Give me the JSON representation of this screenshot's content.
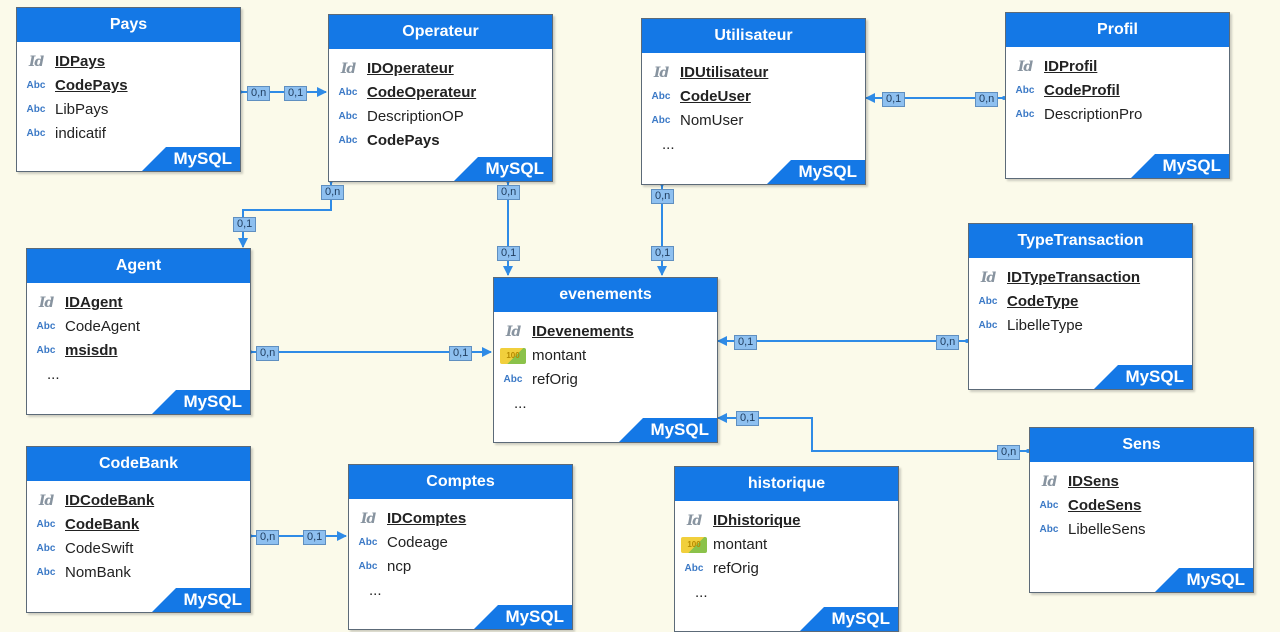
{
  "brand_color": "#1478e6",
  "badge_label": "MySQL",
  "entities": {
    "pays": {
      "title": "Pays",
      "fields": [
        {
          "icon": "id-icon",
          "name": "IDPays",
          "style": "key"
        },
        {
          "icon": "abc-icon",
          "name": "CodePays",
          "style": "key"
        },
        {
          "icon": "abc-icon",
          "name": "LibPays",
          "style": ""
        },
        {
          "icon": "abc-icon",
          "name": "indicatif",
          "style": ""
        }
      ],
      "more": ""
    },
    "operateur": {
      "title": "Operateur",
      "fields": [
        {
          "icon": "id-icon",
          "name": "IDOperateur",
          "style": "key"
        },
        {
          "icon": "abc-icon",
          "name": "CodeOperateur",
          "style": "key"
        },
        {
          "icon": "abc-icon",
          "name": "DescriptionOP",
          "style": ""
        },
        {
          "icon": "abc-icon",
          "name": "CodePays",
          "style": "bold"
        }
      ],
      "more": ""
    },
    "utilisateur": {
      "title": "Utilisateur",
      "fields": [
        {
          "icon": "id-icon",
          "name": "IDUtilisateur",
          "style": "key"
        },
        {
          "icon": "abc-icon",
          "name": "CodeUser",
          "style": "key"
        },
        {
          "icon": "abc-icon",
          "name": "NomUser",
          "style": ""
        }
      ],
      "more": "..."
    },
    "profil": {
      "title": "Profil",
      "fields": [
        {
          "icon": "id-icon",
          "name": "IDProfil",
          "style": "key"
        },
        {
          "icon": "abc-icon",
          "name": "CodeProfil",
          "style": "key"
        },
        {
          "icon": "abc-icon",
          "name": "DescriptionPro",
          "style": ""
        }
      ],
      "more": ""
    },
    "agent": {
      "title": "Agent",
      "fields": [
        {
          "icon": "id-icon",
          "name": "IDAgent",
          "style": "key"
        },
        {
          "icon": "abc-icon",
          "name": "CodeAgent",
          "style": ""
        },
        {
          "icon": "abc-icon",
          "name": "msisdn",
          "style": "key"
        }
      ],
      "more": "..."
    },
    "evenements": {
      "title": "evenements",
      "fields": [
        {
          "icon": "id-icon",
          "name": "IDevenements",
          "style": "key"
        },
        {
          "icon": "number-icon",
          "name": "montant",
          "style": ""
        },
        {
          "icon": "abc-icon",
          "name": "refOrig",
          "style": ""
        }
      ],
      "more": "..."
    },
    "typetransaction": {
      "title": "TypeTransaction",
      "fields": [
        {
          "icon": "id-icon",
          "name": "IDTypeTransaction",
          "style": "key"
        },
        {
          "icon": "abc-icon",
          "name": "CodeType",
          "style": "key"
        },
        {
          "icon": "abc-icon",
          "name": "LibelleType",
          "style": ""
        }
      ],
      "more": ""
    },
    "codebank": {
      "title": "CodeBank",
      "fields": [
        {
          "icon": "id-icon",
          "name": "IDCodeBank",
          "style": "key"
        },
        {
          "icon": "abc-icon",
          "name": "CodeBank",
          "style": "key"
        },
        {
          "icon": "abc-icon",
          "name": "CodeSwift",
          "style": ""
        },
        {
          "icon": "abc-icon",
          "name": "NomBank",
          "style": ""
        }
      ],
      "more": ""
    },
    "comptes": {
      "title": "Comptes",
      "fields": [
        {
          "icon": "id-icon",
          "name": "IDComptes",
          "style": "key"
        },
        {
          "icon": "abc-icon",
          "name": "Codeage",
          "style": ""
        },
        {
          "icon": "abc-icon",
          "name": "ncp",
          "style": ""
        }
      ],
      "more": "..."
    },
    "historique": {
      "title": "historique",
      "fields": [
        {
          "icon": "id-icon",
          "name": "IDhistorique",
          "style": "key"
        },
        {
          "icon": "number-icon",
          "name": "montant",
          "style": ""
        },
        {
          "icon": "abc-icon",
          "name": "refOrig",
          "style": ""
        }
      ],
      "more": "..."
    },
    "sens": {
      "title": "Sens",
      "fields": [
        {
          "icon": "id-icon",
          "name": "IDSens",
          "style": "key"
        },
        {
          "icon": "abc-icon",
          "name": "CodeSens",
          "style": "key"
        },
        {
          "icon": "abc-icon",
          "name": "LibelleSens",
          "style": ""
        }
      ],
      "more": ""
    }
  },
  "relations": [
    {
      "name": "pays-operateur",
      "from": "pays",
      "to": "operateur",
      "from_card": "0,n",
      "to_card": "0,1"
    },
    {
      "name": "operateur-agent",
      "from": "operateur",
      "to": "agent",
      "from_card": "0,n",
      "to_card": "0,1"
    },
    {
      "name": "operateur-evenements",
      "from": "operateur",
      "to": "evenements",
      "from_card": "0,n",
      "to_card": "0,1"
    },
    {
      "name": "utilisateur-evenements",
      "from": "utilisateur",
      "to": "evenements",
      "from_card": "0,n",
      "to_card": "0,1"
    },
    {
      "name": "profil-utilisateur",
      "from": "profil",
      "to": "utilisateur",
      "from_card": "0,n",
      "to_card": "0,1"
    },
    {
      "name": "agent-evenements",
      "from": "agent",
      "to": "evenements",
      "from_card": "0,n",
      "to_card": "0,1"
    },
    {
      "name": "typetransaction-evenements",
      "from": "typetransaction",
      "to": "evenements",
      "from_card": "0,n",
      "to_card": "0,1"
    },
    {
      "name": "sens-evenements",
      "from": "sens",
      "to": "evenements",
      "from_card": "0,n",
      "to_card": "0,1"
    },
    {
      "name": "codebank-comptes",
      "from": "codebank",
      "to": "comptes",
      "from_card": "0,n",
      "to_card": "0,1"
    }
  ]
}
